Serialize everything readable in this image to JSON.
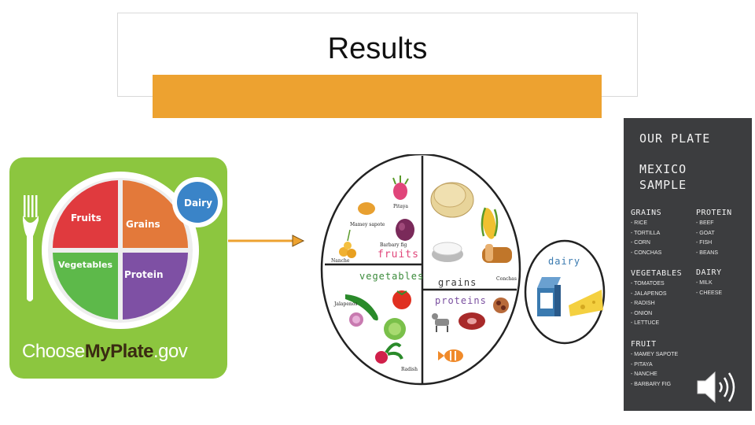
{
  "slide": {
    "title": "Results",
    "accent_color": "#eda230"
  },
  "myplate": {
    "background_color": "#8cc63f",
    "sections": {
      "fruits": {
        "label": "Fruits",
        "color": "#e03a3e"
      },
      "grains": {
        "label": "Grains",
        "color": "#e3793a"
      },
      "vegetables": {
        "label": "Vegetables",
        "color": "#5db94a"
      },
      "protein": {
        "label": "Protein",
        "color": "#7e50a4"
      },
      "dairy": {
        "label": "Dairy",
        "color": "#3a84c8"
      }
    },
    "brand": {
      "part1": "Choose",
      "part2": "MyPlate",
      "part3": ".gov"
    }
  },
  "drawn_plate": {
    "sections": {
      "fruits": {
        "label": "fruits",
        "color": "#e0457a"
      },
      "vegetables": {
        "label": "vegetables",
        "color": "#3a8a3a"
      },
      "grains": {
        "label": "grains",
        "color": "#3a3a3a"
      },
      "proteins": {
        "label": "proteins",
        "color": "#7a4fa0"
      },
      "dairy": {
        "label": "dairy",
        "color": "#3a7ab0"
      }
    },
    "item_labels": {
      "pitaya": "Pitaya",
      "mamey": "Mamey sapote",
      "barbary_fig": "Barbary fig",
      "nanche": "Nanche",
      "conchas": "Conchas",
      "jalapenos": "Jalapenos",
      "radish": "Radish"
    },
    "item_icons": [
      "pitaya-icon",
      "mamey-icon",
      "fig-icon",
      "nanche-icon",
      "tortilla-icon",
      "corn-icon",
      "rice-icon",
      "bread-icon",
      "jalapeno-icon",
      "tomato-icon",
      "lettuce-icon",
      "radish-icon",
      "goat-icon",
      "beef-icon",
      "beans-icon",
      "fish-icon",
      "milk-carton-icon",
      "cheese-icon"
    ]
  },
  "our_plate": {
    "title": "OUR PLATE",
    "subtitle_line1": "MEXICO",
    "subtitle_line2": "SAMPLE",
    "grains": {
      "heading": "GRAINS",
      "items": [
        "- RICE",
        "- TORTILLA",
        "- CORN",
        "- CONCHAS"
      ]
    },
    "protein": {
      "heading": "PROTEIN",
      "items": [
        "- BEEF",
        "- GOAT",
        "- FISH",
        "- BEANS"
      ]
    },
    "vegetables": {
      "heading": "VEGETABLES",
      "items": [
        "- TOMATOES",
        "- JALAPENOS",
        "- RADISH",
        "- ONION",
        "- LETTUCE"
      ]
    },
    "dairy": {
      "heading": "DAIRY",
      "items": [
        "- MILK",
        "- CHEESE"
      ]
    },
    "fruit": {
      "heading": "FRUIT",
      "items": [
        "- MAMEY SAPOTE",
        "- PITAYA",
        "- NANCHE",
        "- BARBARY FIG"
      ]
    }
  },
  "icons": {
    "audio": "speaker-icon",
    "arrow": "arrow-right-icon",
    "fork": "fork-icon"
  }
}
